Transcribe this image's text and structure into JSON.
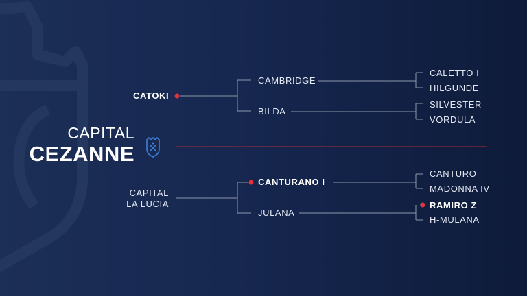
{
  "horse": {
    "name_line1": "CAPITAL",
    "name_line2": "CEZANNE",
    "crest_icon": "stable-crest-icon"
  },
  "colors": {
    "accent": "#e0353e",
    "divider": "#b3283a",
    "text": "#e3e8f2",
    "lines": "#8d98ad"
  },
  "sire": {
    "name": "CATOKI",
    "highlight": true,
    "sire": {
      "name": "CAMBRIDGE",
      "sire": "CALETTO I",
      "dam": "HILGUNDE"
    },
    "dam": {
      "name": "BILDA",
      "sire": "SILVESTER",
      "dam": "VORDULA"
    }
  },
  "dam": {
    "name_line1": "CAPITAL",
    "name_line2": "LA LUCIA",
    "highlight": false,
    "sire": {
      "name": "CANTURANO I",
      "highlight": true,
      "sire": "CANTURO",
      "dam": "MADONNA IV"
    },
    "dam": {
      "name": "JULANA",
      "sire": "RAMIRO Z",
      "sire_highlight": true,
      "dam": "H-MULANA"
    }
  }
}
